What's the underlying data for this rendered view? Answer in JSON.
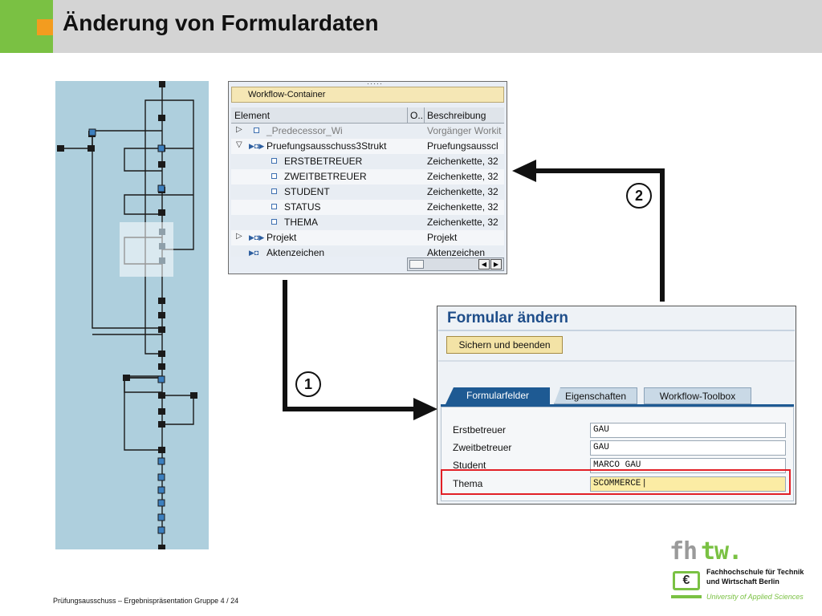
{
  "header": {
    "title": "Änderung von Formulardaten"
  },
  "container": {
    "title": "Workflow-Container",
    "columns": [
      "Element",
      "O..",
      "Beschreibung"
    ],
    "rows": [
      {
        "expander": "▷",
        "label": "_Predecessor_Wi",
        "desc": "Vorgänger Workit",
        "dim": true
      },
      {
        "expander": "▽",
        "label": "Pruefungsausschuss3Strukt",
        "desc": "Pruefungsausscl",
        "dim": false
      },
      {
        "expander": "",
        "label": "ERSTBETREUER",
        "desc": "Zeichenkette, 32",
        "dim": false
      },
      {
        "expander": "",
        "label": "ZWEITBETREUER",
        "desc": "Zeichenkette, 32",
        "dim": false
      },
      {
        "expander": "",
        "label": "STUDENT",
        "desc": "Zeichenkette, 32",
        "dim": false
      },
      {
        "expander": "",
        "label": "STATUS",
        "desc": "Zeichenkette, 32",
        "dim": false
      },
      {
        "expander": "",
        "label": "THEMA",
        "desc": "Zeichenkette, 32",
        "dim": false
      },
      {
        "expander": "▷",
        "label": "Projekt",
        "desc": "Projekt",
        "dim": false
      },
      {
        "expander": "",
        "label": "Aktenzeichen",
        "desc": "Aktenzeichen",
        "dim": false
      }
    ]
  },
  "steps": {
    "one": "1",
    "two": "2"
  },
  "form": {
    "title": "Formular ändern",
    "save_button": "Sichern und beenden",
    "tabs": [
      "Formularfelder",
      "Eigenschaften",
      "Workflow-Toolbox"
    ],
    "fields": [
      {
        "label": "Erstbetreuer",
        "value": "GAU"
      },
      {
        "label": "Zweitbetreuer",
        "value": "GAU"
      },
      {
        "label": "Student",
        "value": "MARCO GAU"
      },
      {
        "label": "Thema",
        "value": "SCOMMERCE"
      }
    ]
  },
  "logo": {
    "wordmark_fh": "fh",
    "wordmark_tw": "tw.",
    "line1": "Fachhochschule für Technik",
    "line2": "und Wirtschaft Berlin",
    "line3": "University of Applied Sciences",
    "euro": "€"
  },
  "footer": {
    "text": "Prüfungsausschuss – Ergebnispräsentation Gruppe 4  /  24"
  },
  "colors": {
    "green": "#7ac143",
    "orange": "#f39c1f",
    "sap_blue": "#1e5a93",
    "highlight_red": "#e21f26",
    "field_highlight": "#fbeca4"
  }
}
